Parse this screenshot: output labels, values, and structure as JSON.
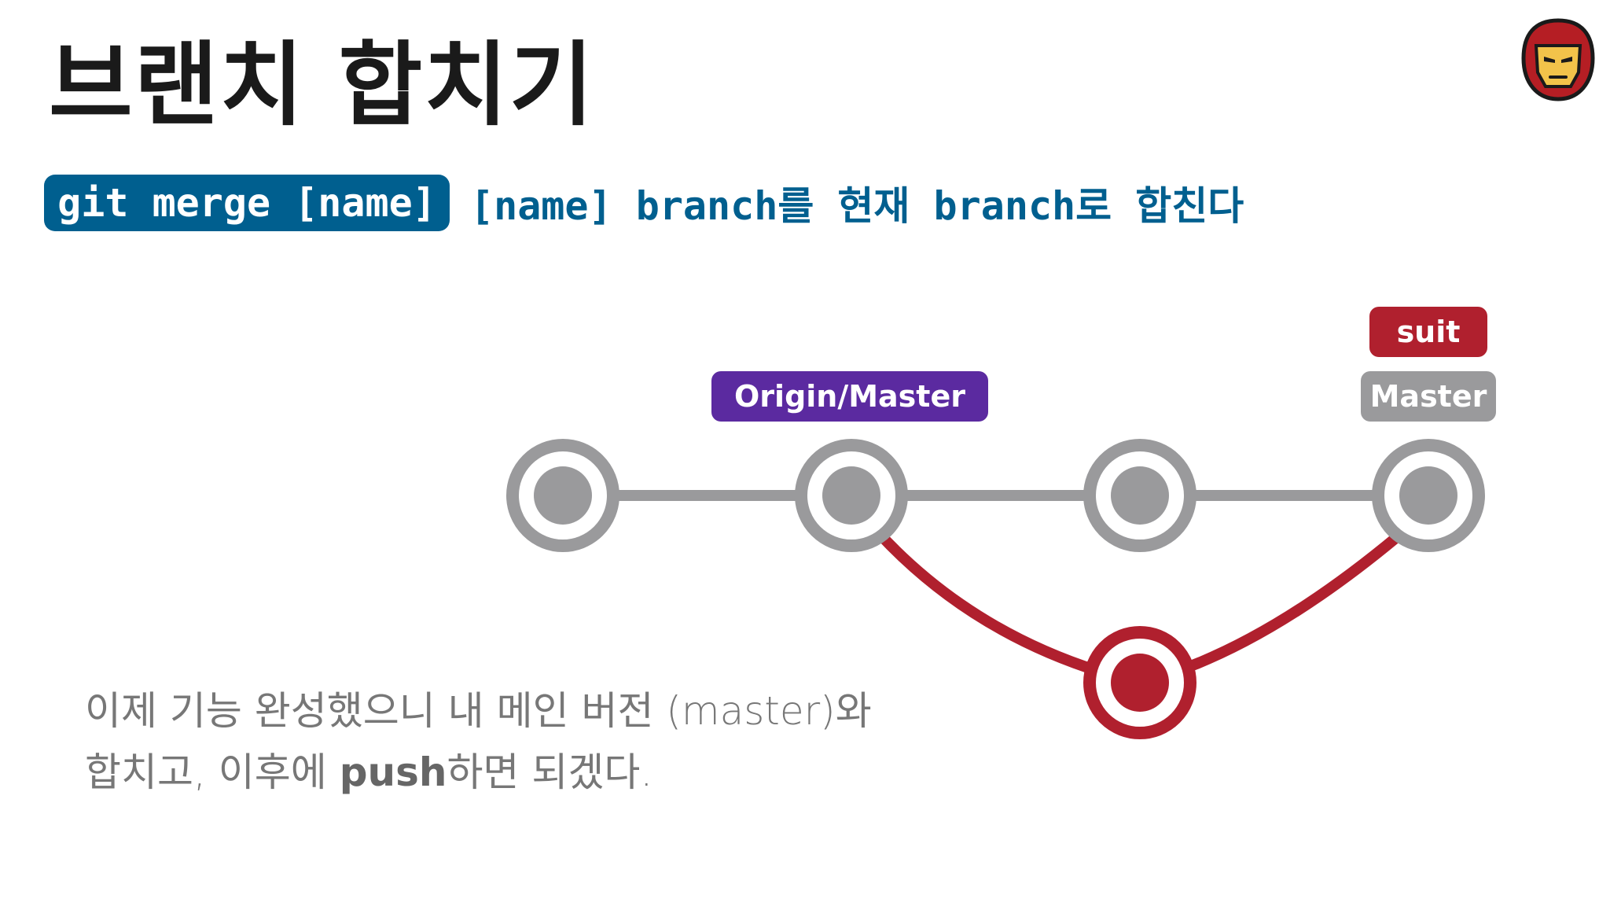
{
  "title": "브랜치 합치기",
  "command": {
    "code": "git merge [name]",
    "description": "[name] branch를 현재 branch로 합친다"
  },
  "labels": {
    "origin_master": "Origin/Master",
    "suit": "suit",
    "master": "Master"
  },
  "description": {
    "line1": "이제 기능 완성했으니 내 메인 버전 (master)와",
    "line2_prefix": "합치고, 이후에 ",
    "line2_bold": "push",
    "line2_suffix": "하면 되겠다."
  },
  "colors": {
    "command_bg": "#005f8f",
    "origin_label": "#5b2aa0",
    "suit_label": "#b0202e",
    "master_label": "#9a9a9c",
    "node_gray": "#9a9a9c",
    "node_red": "#b0202e"
  },
  "avatar_icon": "iron-man-avatar-icon"
}
